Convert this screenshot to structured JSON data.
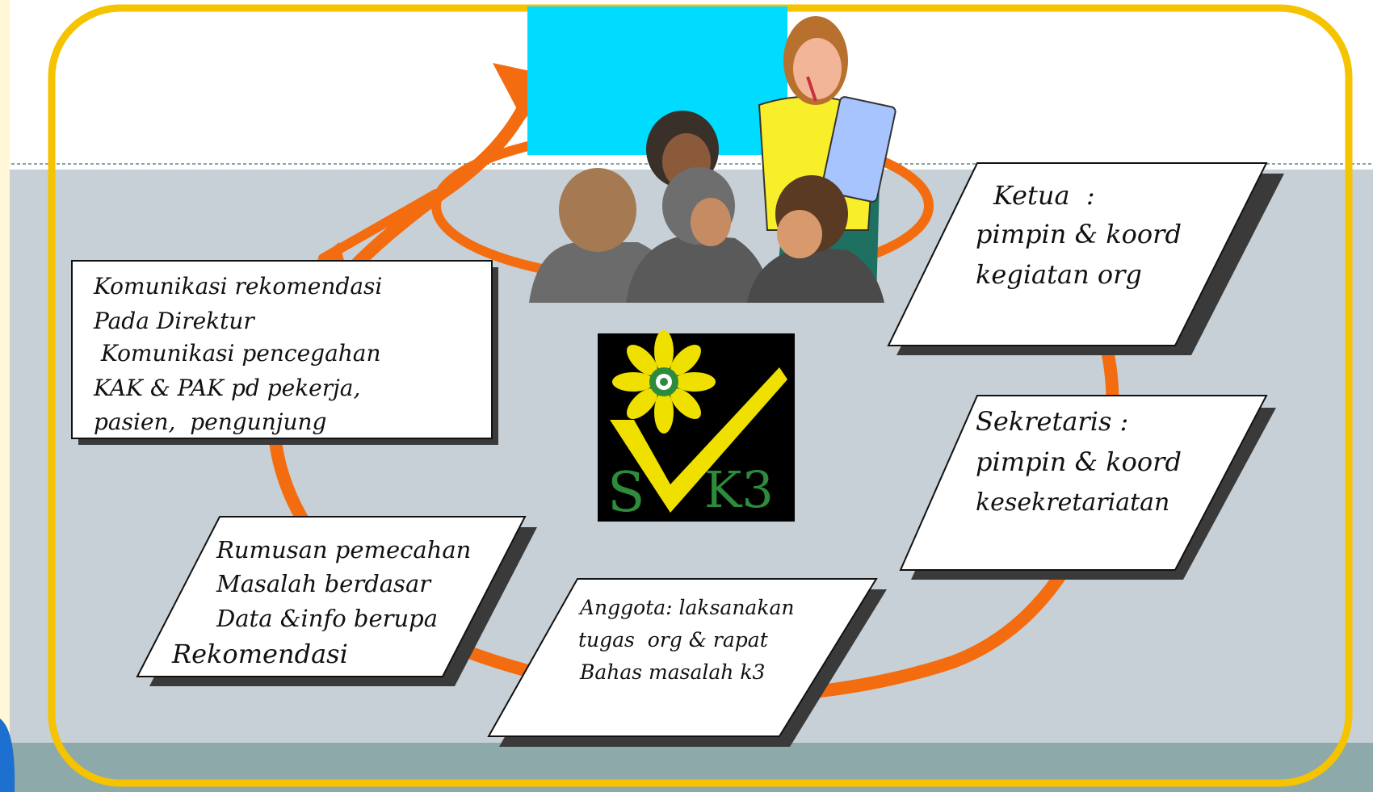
{
  "colors": {
    "frame": "#f5c300",
    "background_top": "#ffffff",
    "background_mid": "#c7d0d6",
    "background_bottom": "#8ea9a9",
    "arrow": "#f46c10",
    "screen": "#00dcff",
    "logo_bg": "#000000",
    "logo_flower": "#f0e000",
    "logo_check": "#f0e000",
    "logo_text": "#2c8c3c",
    "box_fill": "#ffffff",
    "box_shadow": "#3a3a3a"
  },
  "boxes": {
    "komunikasi": {
      "line1": "Komunikasi rekomendasi",
      "line2": "Pada Direktur",
      "line3": " Komunikasi pencegahan",
      "line4": "KAK & PAK pd pekerja,",
      "line5": "pasien,  pengunjung"
    },
    "ketua": {
      "line1": "Ketua  :",
      "line2": "pimpin & koord",
      "line3": "kegiatan org"
    },
    "sekretaris": {
      "line1": "Sekretaris :",
      "line2": "pimpin & koord",
      "line3": "kesekretariatan"
    },
    "anggota": {
      "line1": "Anggota: laksanakan",
      "line2": "tugas  org & rapat",
      "line3": "Bahas masalah k3"
    },
    "rumusan": {
      "line1": "Rumusan pemecahan",
      "line2": "Masalah berdasar",
      "line3": "Data &info berupa",
      "line4": "Rekomendasi"
    }
  },
  "logo": {
    "text_left": "S",
    "text_right": "K3"
  },
  "icons": {
    "meeting": "people-meeting-clipart",
    "logo_flower": "flower-emblem-icon",
    "logo_check": "checkmark-icon"
  }
}
